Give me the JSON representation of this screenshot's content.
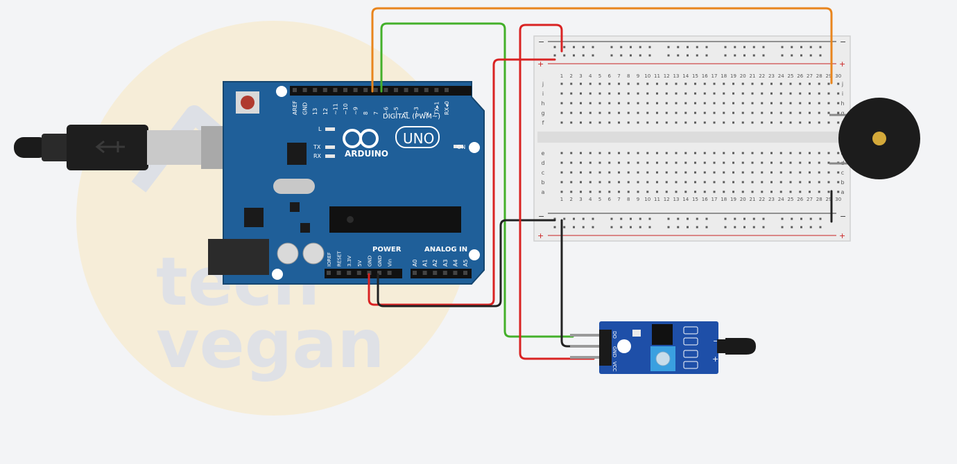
{
  "watermark": {
    "line1": "tech",
    "line2": "vegan"
  },
  "arduino": {
    "brand": "ARDUINO",
    "model": "UNO",
    "digital_header": "DIGITAL (PWM~)",
    "power_header": "POWER",
    "analog_header": "ANALOG IN",
    "led_l": "L",
    "led_tx": "TX",
    "led_rx": "RX",
    "led_on": "ON",
    "digital_pins": [
      "AREF",
      "GND",
      "13",
      "12",
      "~11",
      "~10",
      "~9",
      "8",
      "7",
      "~6",
      "~5",
      "4",
      "~3",
      "2",
      "TX▸1",
      "RX◂0"
    ],
    "power_pins": [
      "IOREF",
      "RESET",
      "3.3V",
      "5V",
      "GND",
      "GND",
      "Vin"
    ],
    "analog_pins": [
      "A0",
      "A1",
      "A2",
      "A3",
      "A4",
      "A5"
    ]
  },
  "breadboard": {
    "rail_minus": "−",
    "rail_plus": "+",
    "columns": [
      "1",
      "2",
      "3",
      "4",
      "5",
      "6",
      "7",
      "8",
      "9",
      "10",
      "11",
      "12",
      "13",
      "14",
      "15",
      "16",
      "17",
      "18",
      "19",
      "20",
      "21",
      "22",
      "23",
      "24",
      "25",
      "26",
      "27",
      "28",
      "29",
      "30"
    ],
    "rows_top": [
      "j",
      "i",
      "h",
      "g",
      "f"
    ],
    "rows_bottom": [
      "e",
      "d",
      "c",
      "b",
      "a"
    ]
  },
  "flame_sensor": {
    "pin_labels": [
      "DO",
      "GND",
      "VCC"
    ],
    "side_labels": [
      "−",
      "+"
    ]
  },
  "colors": {
    "background": "#f3f4f6",
    "board_blue": "#1f5f99",
    "wire_red": "#d92323",
    "wire_green": "#43b02a",
    "wire_orange": "#e8851d",
    "wire_black": "#222222",
    "breadboard": "#ececec",
    "sensor_blue": "#1e4fa8"
  }
}
